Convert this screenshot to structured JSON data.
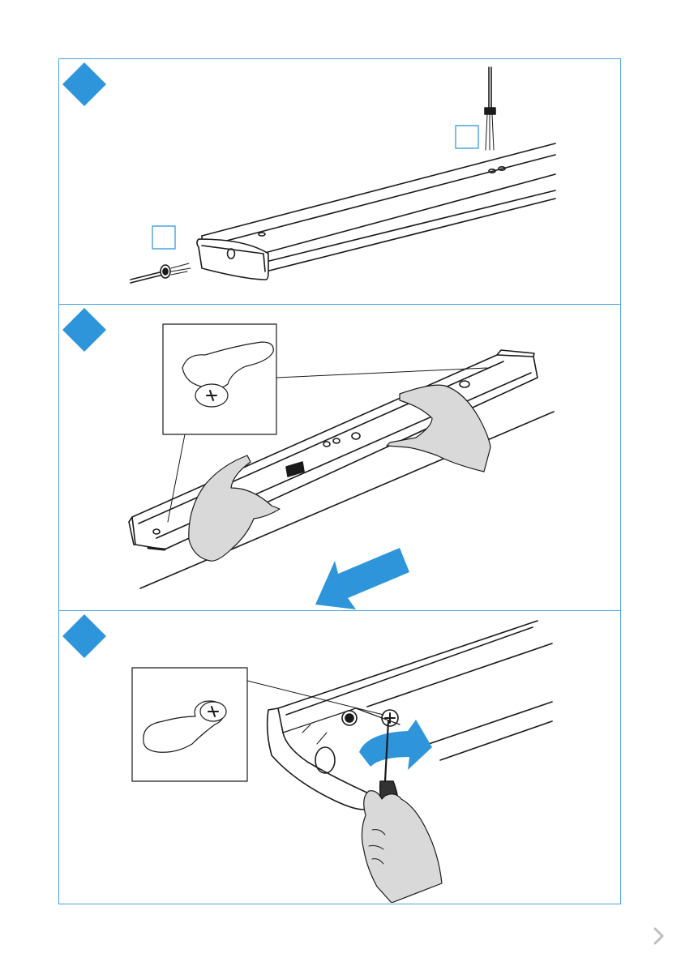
{
  "document": {
    "type": "assembly-instructions-page",
    "steps": [
      {
        "index": 1,
        "illustration": "luminaire-with-suspension-cable-and-power-cable",
        "marker_icon": "diamond-step-marker",
        "callout_boxes": 2
      },
      {
        "index": 2,
        "illustration": "hands-sliding-gear-tray-out-of-luminaire",
        "marker_icon": "diamond-step-marker",
        "detail_inset": "keyhole-screw-detail",
        "direction_arrow": "blue-left-arrow"
      },
      {
        "index": 3,
        "illustration": "screwdriver-tightening-screw-in-end-cap",
        "marker_icon": "diamond-step-marker",
        "detail_inset": "keyhole-screw-detail",
        "direction_arrow": "blue-rotate-arrow"
      }
    ]
  },
  "colors": {
    "accent": "#2e95da",
    "frame": "#4aa3df",
    "line": "#1a1a1a",
    "hand_fill": "#d9d9d9",
    "nav_arrow": "#bfbfbf"
  },
  "nav": {
    "icon": "chevron-right-icon"
  }
}
